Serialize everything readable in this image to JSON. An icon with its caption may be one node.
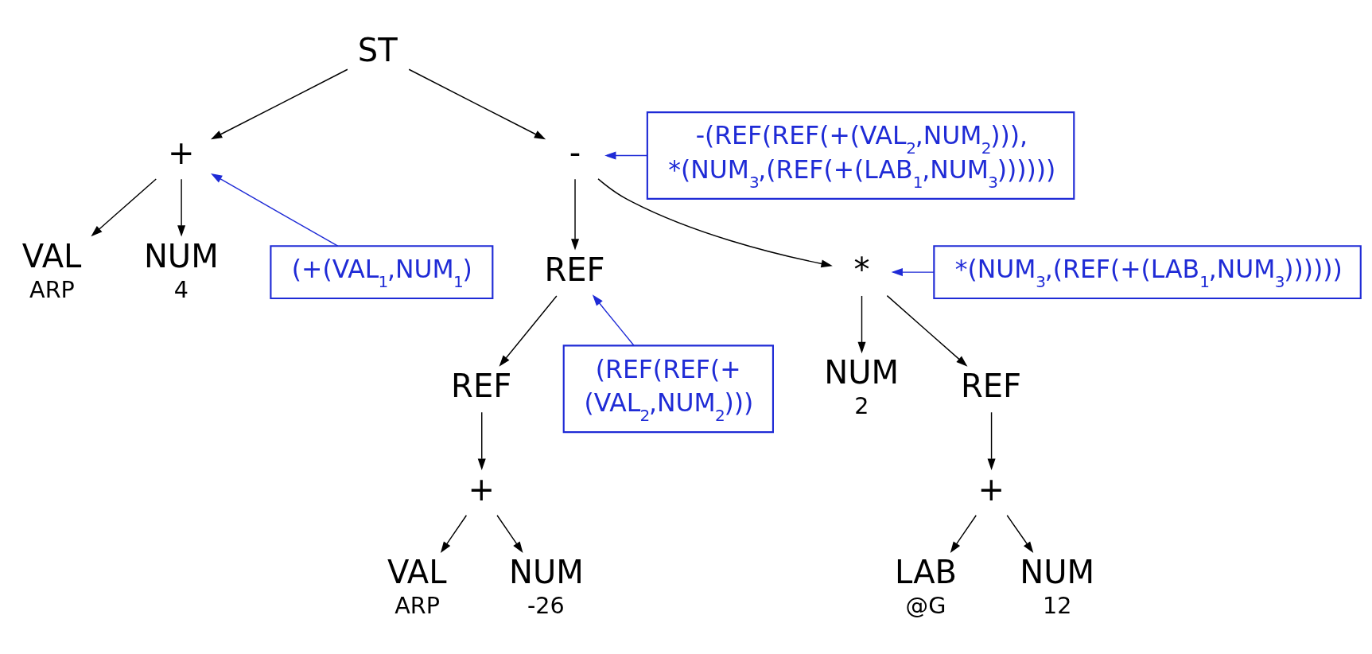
{
  "diagram": {
    "nodes": [
      {
        "text": [
          "ST"
        ]
      },
      {
        "text": [
          "+"
        ]
      },
      {
        "text": [
          "-"
        ]
      },
      {
        "text": [
          "VAL",
          "ARP"
        ]
      },
      {
        "text": [
          "NUM",
          "4"
        ]
      },
      {
        "text": [
          "REF"
        ]
      },
      {
        "text": [
          "*"
        ]
      },
      {
        "text": [
          "REF"
        ]
      },
      {
        "text": [
          "NUM",
          "2"
        ]
      },
      {
        "text": [
          "REF"
        ]
      },
      {
        "text": [
          "+"
        ]
      },
      {
        "text": [
          "+"
        ]
      },
      {
        "text": [
          "VAL",
          "ARP"
        ]
      },
      {
        "text": [
          "NUM",
          "-26"
        ]
      },
      {
        "text": [
          "LAB",
          "@G"
        ]
      },
      {
        "text": [
          "NUM",
          "12"
        ]
      },
      {
        "text": [
          "(+(VAL$_{1}$,NUM$_{1}$)"
        ]
      },
      {
        "text": [
          "-(REF(REF(+(VAL$_{2}$,NUM$_{2}$))), *(NUM$_{3}$,(REF(+(LAB$_{1}$,NUM$_{3}$))))))"
        ]
      },
      {
        "text": [
          "*(NUM$_{3}$,(REF(+(LAB$_{1}$,NUM$_{3}$))))))"
        ]
      },
      {
        "text": [
          "(REF(REF(+ (VAL$_{2}$,NUM$_{2}$)))"
        ]
      }
    ],
    "edges": [
      {
        "from": 0,
        "to": 1,
        "arrow": "to"
      },
      {
        "from": 0,
        "to": 2,
        "arrow": "to"
      },
      {
        "from": 1,
        "to": 3,
        "arrow": "to"
      },
      {
        "from": 1,
        "to": 4,
        "arrow": "to"
      },
      {
        "from": 2,
        "to": 5,
        "arrow": "to"
      },
      {
        "from": 2,
        "to": 6,
        "arrow": "to"
      },
      {
        "from": 5,
        "to": 7,
        "arrow": "to"
      },
      {
        "from": 7,
        "to": 10,
        "arrow": "to"
      },
      {
        "from": 6,
        "to": 8,
        "arrow": "to"
      },
      {
        "from": 6,
        "to": 9,
        "arrow": "to"
      },
      {
        "from": 9,
        "to": 11,
        "arrow": "to"
      },
      {
        "from": 10,
        "to": 12,
        "arrow": "to"
      },
      {
        "from": 10,
        "to": 13,
        "arrow": "to"
      },
      {
        "from": 11,
        "to": 14,
        "arrow": "to"
      },
      {
        "from": 11,
        "to": 15,
        "arrow": "to"
      },
      {
        "from": 16,
        "to": 1,
        "arrow": "to",
        "color": "#1f2bd6"
      },
      {
        "from": 17,
        "to": 2,
        "arrow": "to",
        "color": "#1f2bd6"
      },
      {
        "from": 18,
        "to": 6,
        "arrow": "to",
        "color": "#1f2bd6"
      },
      {
        "from": 19,
        "to": 5,
        "arrow": "to",
        "color": "#1f2bd6"
      }
    ]
  }
}
